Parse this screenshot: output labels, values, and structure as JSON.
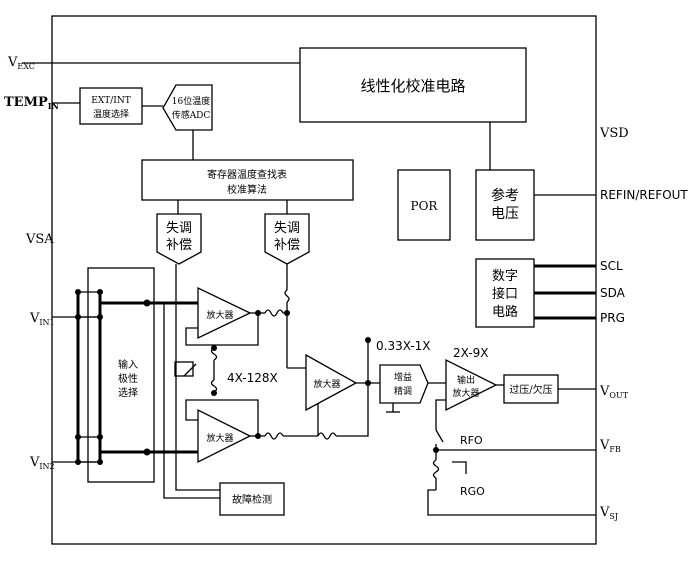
{
  "pins": {
    "vexc": "V",
    "vexc_sub": "EXC",
    "temp": "TEMP",
    "temp_sub": "IN",
    "vsa": "VSA",
    "vin1": "V",
    "vin1_sub": "IN1",
    "vin2": "V",
    "vin2_sub": "IN2",
    "vsd": "VSD",
    "refin": "REFIN/REFOUT",
    "scl": "SCL",
    "sda": "SDA",
    "prg": "PRG",
    "vout": "V",
    "vout_sub": "OUT",
    "vfb": "V",
    "vfb_sub": "FB",
    "vsj": "V",
    "vsj_sub": "SJ"
  },
  "blocks": {
    "linearization": "线性化校准电路",
    "ext_int_line1": "EXT/INT",
    "ext_int_line2": "温度选择",
    "adc_line1": "16位温度",
    "adc_line2": "传感ADC",
    "register_line1": "寄存器温度查找表",
    "register_line2": "校准算法",
    "offset1_line1": "失调",
    "offset1_line2": "补偿",
    "offset2_line1": "失调",
    "offset2_line2": "补偿",
    "por": "POR",
    "ref_line1": "参考",
    "ref_line2": "电压",
    "digital_line1": "数字",
    "digital_line2": "接口",
    "digital_line3": "电路",
    "mux_line1": "输入",
    "mux_line2": "极性",
    "mux_line3": "选择",
    "amp_top": "放大器",
    "amp_bottom": "放大器",
    "amp_mid": "放大器",
    "gain_range": "4X-128X",
    "gain_fine_range": "0.33X-1X",
    "gain_fine_line1": "增益",
    "gain_fine_line2": "精调",
    "out_amp_line1": "输出",
    "out_amp_line2": "放大器",
    "out_gain": "2X-9X",
    "ov_uv": "过压/欠压",
    "fault": "故障检测",
    "rfo": "RFO",
    "rgo": "RGO"
  }
}
